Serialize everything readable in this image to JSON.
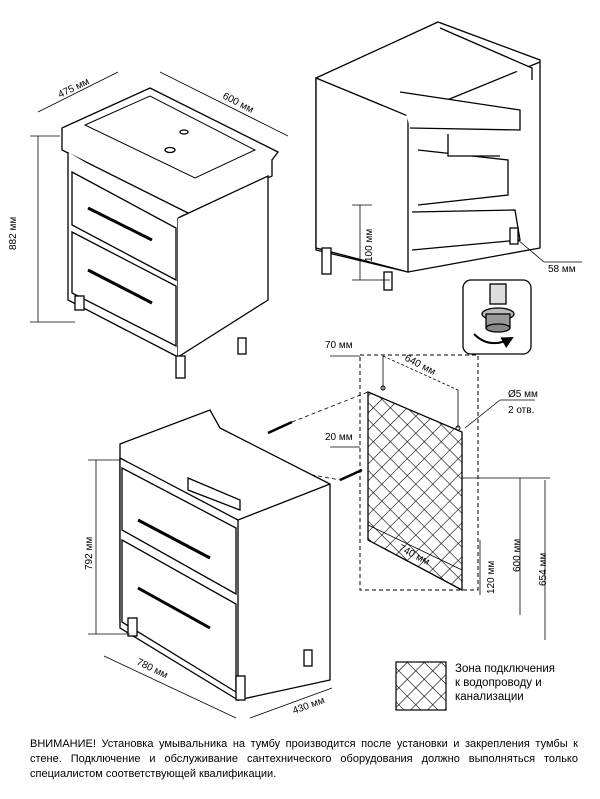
{
  "vanity": {
    "depth": "475 мм",
    "width": "600 мм",
    "height": "882 мм"
  },
  "frame": {
    "leg_height": "100 мм",
    "leg_offset": "58 мм"
  },
  "wall_zone": {
    "offset_left": "70 мм",
    "hole_spacing": "640 мм",
    "hole_diameter": "Ø5 мм",
    "hole_count": "2 отв.",
    "offset_top": "20 мм",
    "zone_width": "740 мм",
    "zone_bottom": "120 мм",
    "zone_height": "600 мм",
    "zone_total": "654 мм"
  },
  "cabinet": {
    "height": "792 мм",
    "width": "780 мм",
    "depth": "430 мм"
  },
  "legend": {
    "line1": "Зона подключения",
    "line2": "к водопроводу и",
    "line3": "канализации"
  },
  "warning": {
    "text": "ВНИМАНИЕ! Установка умывальника на тумбу производится после установки и закрепления тумбы к стене. Подключение и обслуживание сантехнического оборудования должно выполняться только специалистом соответствующей квалификации."
  }
}
